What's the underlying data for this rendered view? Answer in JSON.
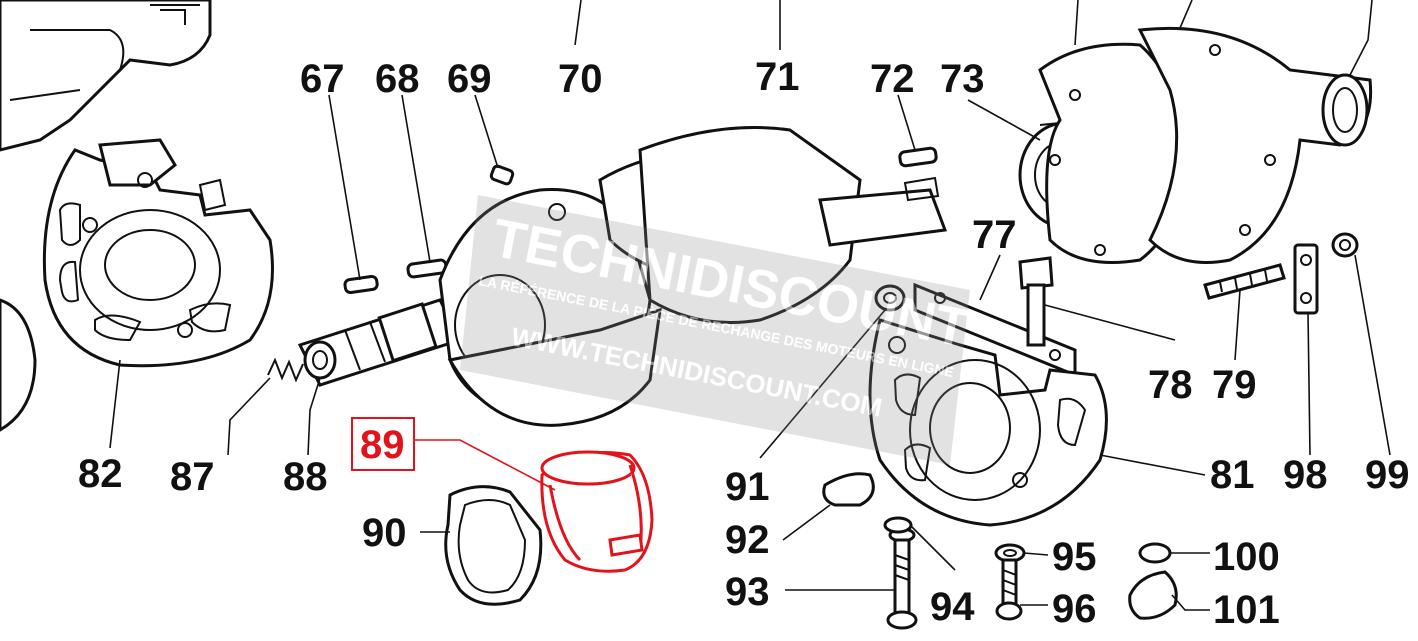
{
  "diagram": {
    "highlight_color": "#e2131b",
    "ink_color": "#111111",
    "highlighted_part": "89",
    "labels": {
      "l67": "67",
      "l68": "68",
      "l69": "69",
      "l70": "70",
      "l71": "71",
      "l72": "72",
      "l73": "73",
      "l77": "77",
      "l78": "78",
      "l79": "79",
      "l81": "81",
      "l82": "82",
      "l87": "87",
      "l88": "88",
      "l89": "89",
      "l90": "90",
      "l91": "91",
      "l92": "92",
      "l93": "93",
      "l94": "94",
      "l95": "95",
      "l96": "96",
      "l98": "98",
      "l99": "99",
      "l100": "100",
      "l101": "101"
    }
  },
  "watermark": {
    "brand": "TECHNIDISCOUNT",
    "tagline": "LA RÉFÉRENCE DE LA PIÈCE DE RECHANGE DES MOTEURS EN LIGNE",
    "url": "WWW.TECHNIDISCOUNT.COM",
    "color": "#8c8c8c"
  }
}
